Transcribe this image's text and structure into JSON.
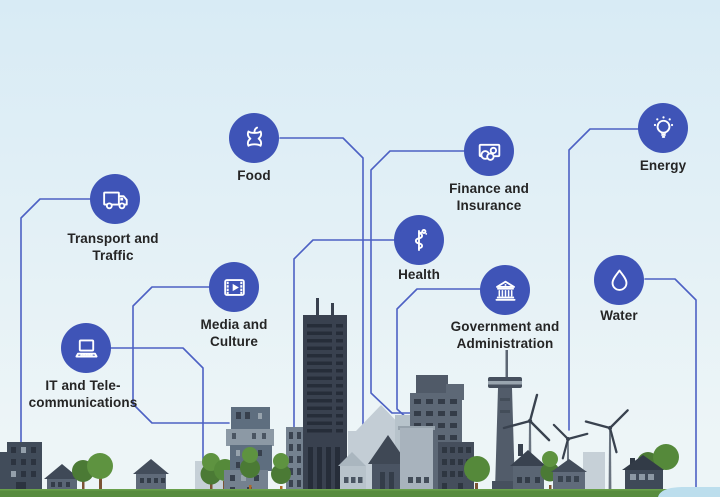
{
  "sectors": [
    {
      "label": "Transport and\nTraffic",
      "icon": "truck-icon"
    },
    {
      "label": "Food",
      "icon": "apple-core-icon"
    },
    {
      "label": "Finance and\nInsurance",
      "icon": "money-icon"
    },
    {
      "label": "Energy",
      "icon": "light-bulb-icon"
    },
    {
      "label": "Health",
      "icon": "aesculapian-staff-icon"
    },
    {
      "label": "Media and\nCulture",
      "icon": "film-strip-icon"
    },
    {
      "label": "Government and\nAdministration",
      "icon": "government-building-icon"
    },
    {
      "label": "Water",
      "icon": "water-drop-icon"
    },
    {
      "label": "IT and Tele-\ncommunications",
      "icon": "laptop-icon"
    }
  ],
  "colors": {
    "bubble_blue": "#3f54b7",
    "line_blue": "#4d61c4",
    "label_text": "#252525",
    "sky_top": "#d8ebf5",
    "sky_bottom": "#edf5f7",
    "grass_green": "#578c3e",
    "pond_blue": "#bcdeed"
  }
}
